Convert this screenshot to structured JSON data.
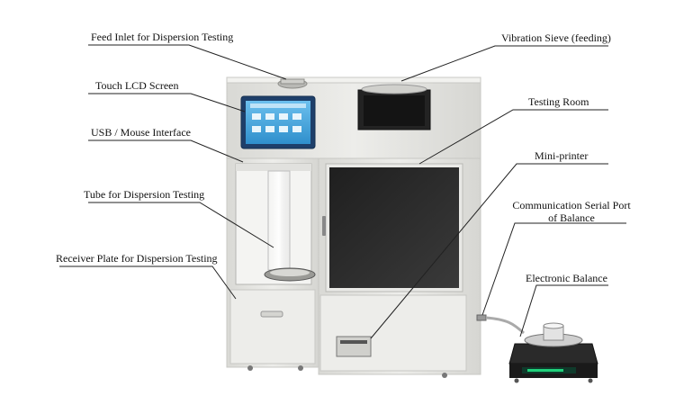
{
  "labels": {
    "feed_inlet": "Feed Inlet for Dispersion Testing",
    "touch_lcd": "Touch LCD Screen",
    "usb_mouse": "USB / Mouse Interface",
    "tube": "Tube for Dispersion Testing",
    "receiver_plate": "Receiver Plate for Dispersion Testing",
    "vibration_sieve": "Vibration Sieve (feeding)",
    "testing_room": "Testing Room",
    "mini_printer": "Mini-printer",
    "comm_port_line1": "Communication Serial Port",
    "comm_port_line2": "of Balance",
    "electronic_balance": "Electronic Balance"
  },
  "colors": {
    "machine_body": "#e6e6e3",
    "machine_shadow": "#cfcfcb",
    "window_dark": "#2a2a2a",
    "lcd_blue": "#4aa3d8",
    "leader_line": "#222222"
  }
}
